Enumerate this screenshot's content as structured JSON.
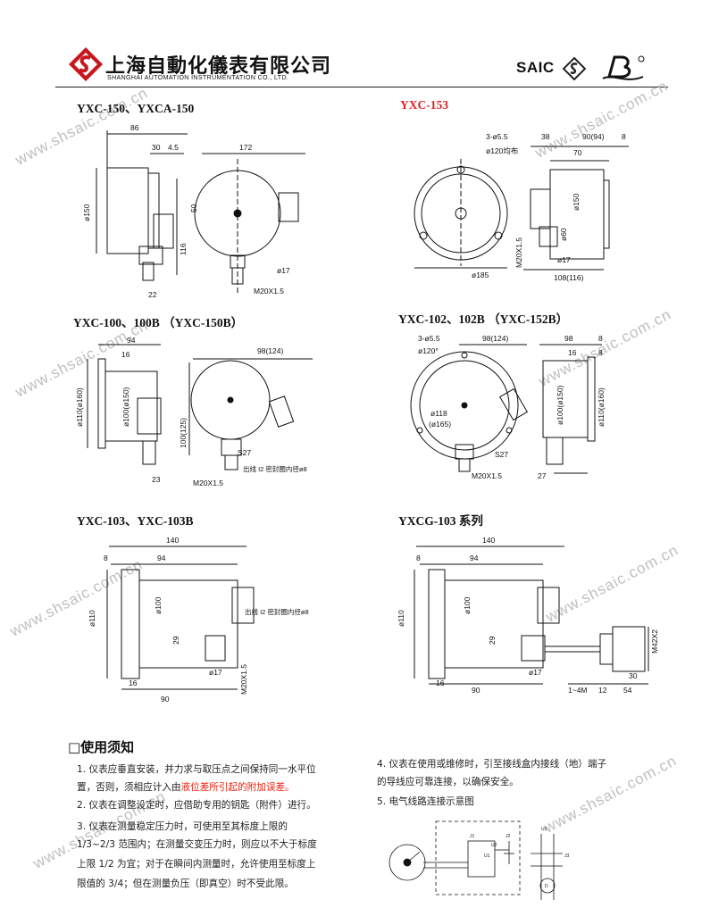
{
  "header": {
    "company_cn": "上海自動化儀表有限公司",
    "company_en": "SHANGHAI AUTOMATION INSTRUMENTATION CO., LTD.",
    "brand": "SAIC"
  },
  "watermark": "www.shsaic.com.cn",
  "sections": {
    "s1": {
      "title": "YXC-150、YXCA-150",
      "dims": {
        "d86": "86",
        "d30": "30",
        "d45": "4.5",
        "d172": "172",
        "phi150": "ø150",
        "d50": "50",
        "d116": "116",
        "d22": "22",
        "phi17": "ø17",
        "m20": "M20X1.5"
      }
    },
    "s2": {
      "title": "YXC-153",
      "dims": {
        "holes": "3-ø5.5",
        "deg": "ø120均布",
        "d38": "38",
        "d9094": "90(94)",
        "d8": "8",
        "d70": "70",
        "phi150": "ø150",
        "phi60": "ø60",
        "m20": "M20X1.5",
        "phi17": "ø17",
        "phi185": "ø185",
        "d108": "108(116)"
      }
    },
    "s3": {
      "title": "YXC-100、100B （YXC-150B）",
      "dims": {
        "d94": "94",
        "d16": "16",
        "d98": "98(124)",
        "phi110": "ø110(ø160)",
        "phi100": "ø100(ø150)",
        "d100": "100(125)",
        "s27": "S27",
        "m20": "M20X1.5",
        "d23": "23",
        "note": "出线 I2 密封圈内径ø8"
      }
    },
    "s4": {
      "title": "YXC-102、102B （YXC-152B）",
      "dims": {
        "holes": "3-ø5.5",
        "deg": "ø120°",
        "d98": "98(124)",
        "d98b": "98",
        "d8": "8",
        "d16": "16",
        "phi118": "ø118",
        "phi165": "(ø165)",
        "phi100": "ø100(ø150)",
        "phi110": "ø110(ø160)",
        "s27": "S27",
        "m20": "M20X1.5",
        "d27": "27"
      }
    },
    "s5": {
      "title": "YXC-103、YXC-103B",
      "dims": {
        "d140": "140",
        "d8": "8",
        "d94": "94",
        "phi110": "ø110",
        "phi100": "ø100",
        "d29": "29",
        "note": "出线 I2 密封圈内径ø8",
        "phi17": "ø17",
        "m20": "M20X1.5",
        "d16": "16",
        "d90": "90"
      }
    },
    "s6": {
      "title": "YXCG-103 系列",
      "dims": {
        "d140": "140",
        "d8": "8",
        "d94": "94",
        "phi110": "ø110",
        "phi100": "ø100",
        "d29": "29",
        "phi17": "ø17",
        "m42": "M42X2",
        "d30": "30",
        "d14": "1~4M",
        "d12": "12",
        "d54": "54",
        "d16": "16",
        "d90": "90"
      }
    }
  },
  "notes": {
    "heading": "□使用须知",
    "n1a": "1. 仪表应垂直安装，并力求与取压点之间保持同一水平位",
    "n1b_pre": "置，否则，须相应计入由",
    "n1b_red": "液位差所引起的附加误差。",
    "n2": "2. 仪表在调整设定时，应借助专用的钥匙（附件）进行。",
    "n3a": "3. 仪表在测量稳定压力时，可使用至其标度上限的",
    "n3b": "1/3~2/3 范围内；在测量交变压力时，则应以不大于标度",
    "n3c": "上限 1/2 为宜；对于在瞬间内测量时，允许使用至标度上",
    "n3d": "限值的 3/4；但在测量负压（即真空）时不受此限。",
    "n4a": "4. 仪表在使用或维修时，引至接线盒内接线（地）端子",
    "n4b": "的导线应可靠连接，以确保安全。",
    "n5": "5. 电气线路连接示意图",
    "wiring": {
      "j1": "J1",
      "j2": "J2",
      "j3": "J3",
      "u1": "U1",
      "u2": "U2",
      "u3": "U3",
      "d": "D"
    }
  }
}
